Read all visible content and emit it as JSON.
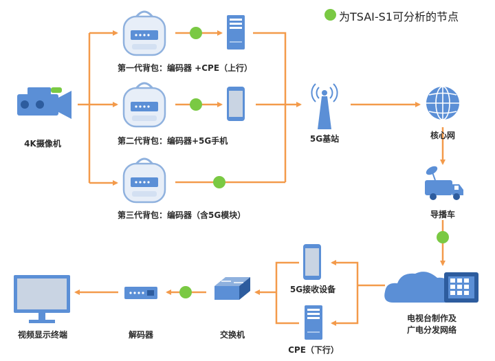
{
  "legend": {
    "text": "为TSAI-S1可分析的节点",
    "color": "#7ac943"
  },
  "colors": {
    "line": "#f39a4a",
    "device": "#5b8fd6",
    "device_dark": "#2d5c9e",
    "node": "#7ac943",
    "bag": "#e7eef8"
  },
  "nodes": {
    "camera": "4K摄像机",
    "backpack1": "第一代背包：编码器 +CPE（上行）",
    "backpack2": "第二代背包：编码器+5G手机",
    "backpack3": "第三代背包：编码器（含5G模块）",
    "base_station": "5G基站",
    "core_network": "核心网",
    "broadcast_van": "导播车",
    "tv_station": [
      "电视台制作及",
      "广电分发网络"
    ],
    "receiver_5g": "5G接收设备",
    "cpe_down": "CPE（下行）",
    "switch": "交换机",
    "decoder": "解码器",
    "monitor": "视频显示终端"
  }
}
